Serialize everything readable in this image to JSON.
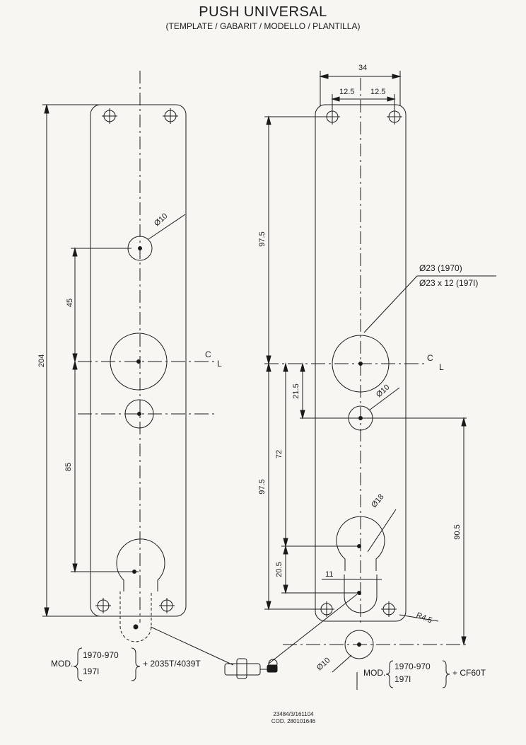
{
  "title": "PUSH UNIVERSAL",
  "subtitle": "(TEMPLATE / GABARIT / MODELLO / PLANTILLA)",
  "left_plate": {
    "dims": {
      "total": "204",
      "upper": "45",
      "lower": "85",
      "hole": "Ø10"
    },
    "centerline": {
      "c": "C",
      "l": "L"
    },
    "mod_label": "MOD.",
    "mod_lines": [
      "1970-970",
      "197I"
    ],
    "accessory": "+ 2035T/4039T"
  },
  "right_plate": {
    "dims": {
      "width": "34",
      "half_left": "12.5",
      "half_right": "12.5",
      "upper": "97.5",
      "lower": "97.5",
      "small_offset": "21.5",
      "mid": "72",
      "bottom": "20.5",
      "right_total": "90.5",
      "slot": "11",
      "radius": "R4.5",
      "hole_a": "Ø10",
      "hole_b": "Ø18",
      "hole_c": "Ø10"
    },
    "big_hole_callout": [
      "Ø23  (1970)",
      "Ø23 x 12  (197I)"
    ],
    "centerline": {
      "c": "C",
      "l": "L"
    },
    "mod_label": "MOD.",
    "mod_lines": [
      "1970-970",
      "197I"
    ],
    "accessory": "+ CF60T"
  },
  "codes": [
    "23484/3/161104",
    "COD. 280101646"
  ]
}
